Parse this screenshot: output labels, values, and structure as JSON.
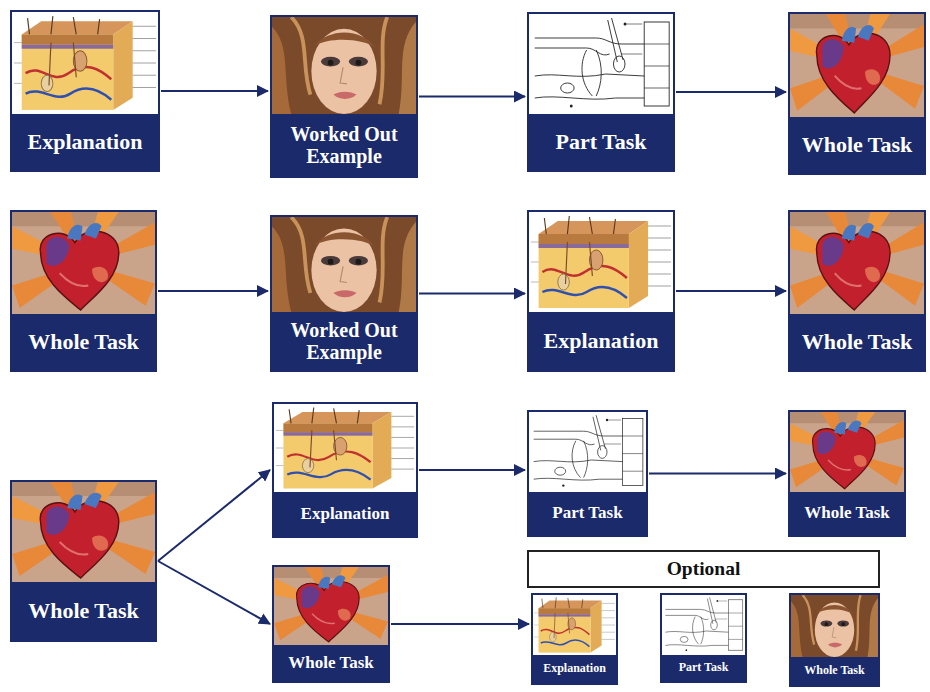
{
  "diagram": {
    "nodes": [
      {
        "text": [
          "Explanation"
        ]
      },
      {
        "text": [
          "Worked Out Example"
        ]
      },
      {
        "text": [
          "Part Task"
        ]
      },
      {
        "text": [
          "Whole Task"
        ]
      },
      {
        "text": [
          "Whole Task"
        ]
      },
      {
        "text": [
          "Worked Out Example"
        ]
      },
      {
        "text": [
          "Explanation"
        ]
      },
      {
        "text": [
          "Whole Task"
        ]
      },
      {
        "text": [
          "Whole Task"
        ]
      },
      {
        "text": [
          "Explanation"
        ]
      },
      {
        "text": [
          "Part Task"
        ]
      },
      {
        "text": [
          "Whole Task"
        ]
      },
      {
        "text": [
          "Optional"
        ]
      },
      {
        "text": [
          "Whole Task"
        ]
      },
      {
        "text": [
          "Explanation"
        ]
      },
      {
        "text": [
          "Part Task"
        ]
      },
      {
        "text": [
          "Whole Task"
        ]
      }
    ],
    "edges": [
      {
        "from": 0,
        "to": 1,
        "arrow": "to"
      },
      {
        "from": 1,
        "to": 2,
        "arrow": "to"
      },
      {
        "from": 2,
        "to": 3,
        "arrow": "to"
      },
      {
        "from": 4,
        "to": 5,
        "arrow": "to"
      },
      {
        "from": 5,
        "to": 6,
        "arrow": "to"
      },
      {
        "from": 6,
        "to": 7,
        "arrow": "to"
      },
      {
        "from": 8,
        "to": 9,
        "arrow": "to"
      },
      {
        "from": 9,
        "to": 10,
        "arrow": "to"
      },
      {
        "from": 10,
        "to": 11,
        "arrow": "to"
      },
      {
        "from": 8,
        "to": 13,
        "arrow": "to"
      },
      {
        "from": 13,
        "to": 14,
        "arrow": "to"
      }
    ]
  }
}
